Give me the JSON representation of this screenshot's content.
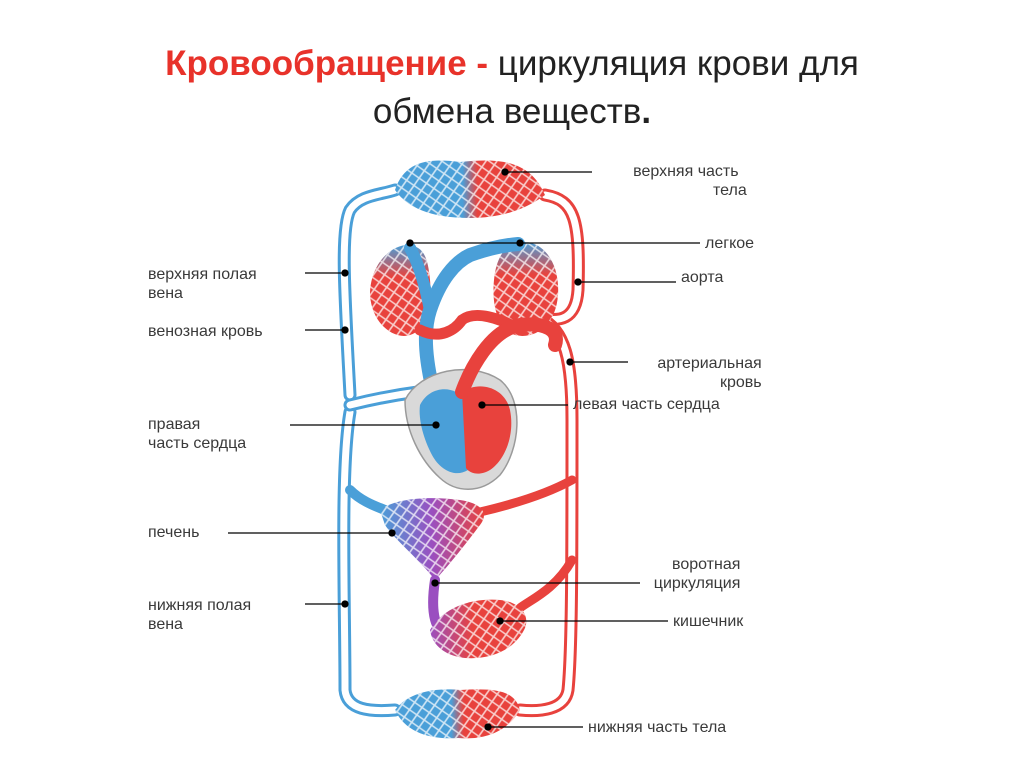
{
  "title": {
    "accent": "Кровообращение -",
    "rest": "циркуляция крови для",
    "line2": "обмена веществ",
    "dot": "."
  },
  "labels": {
    "upper_body": [
      "верхняя часть",
      "тела"
    ],
    "lung": [
      "легкое"
    ],
    "aorta": [
      "аорта"
    ],
    "superior_vena_cava": [
      "верхняя полая",
      "вена"
    ],
    "venous_blood": [
      "венозная кровь"
    ],
    "arterial_blood": [
      "артериальная",
      "кровь"
    ],
    "left_heart": [
      "левая часть сердца"
    ],
    "right_heart": [
      "правая",
      "часть сердца"
    ],
    "liver": [
      "печень"
    ],
    "portal_circulation": [
      "воротная",
      "циркуляция"
    ],
    "intestine": [
      "кишечник"
    ],
    "inferior_vena_cava": [
      "нижняя полая",
      "вена"
    ],
    "lower_body": [
      "нижняя часть тела"
    ]
  },
  "colors": {
    "venous": "#4a9fd8",
    "arterial": "#e8423d",
    "portal": "#9a4fc0",
    "accent_title": "#e8322a"
  }
}
